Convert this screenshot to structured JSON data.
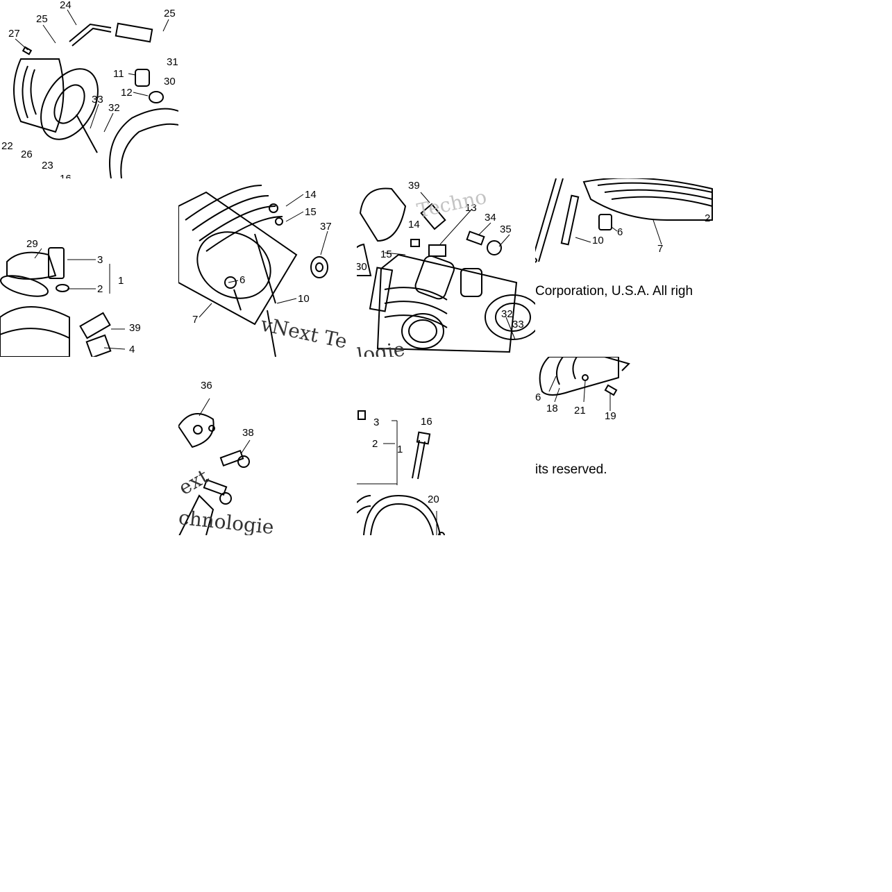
{
  "diagram": {
    "copyright_line1": "Corporation, U.S.A. All righ",
    "copyright_line2": "its reserved.",
    "watermark_a": "vNext Te",
    "watermark_b": "Techno",
    "watermark_c": "logie",
    "watermark_d": "ext",
    "watermark_e": "chnologie"
  },
  "tiles": [
    {
      "id": "t00",
      "labels": [
        "24",
        "25",
        "25",
        "27",
        "11",
        "31",
        "12",
        "30",
        "33",
        "32",
        "22",
        "26",
        "23",
        "16"
      ]
    },
    {
      "id": "t01",
      "labels": [
        "29",
        "3",
        "2",
        "1",
        "39",
        "4"
      ]
    },
    {
      "id": "t11",
      "labels": [
        "14",
        "15",
        "37",
        "6",
        "10",
        "7"
      ]
    },
    {
      "id": "t12",
      "labels": [
        "39",
        "13",
        "14",
        "34",
        "35",
        "15",
        "30",
        "32",
        "33"
      ]
    },
    {
      "id": "t13",
      "labels": [
        "10",
        "6",
        "7",
        "2"
      ]
    },
    {
      "id": "t21",
      "labels": [
        "36",
        "38"
      ]
    },
    {
      "id": "t22",
      "labels": [
        "3",
        "16",
        "2",
        "1",
        "20"
      ]
    },
    {
      "id": "t23",
      "labels": [
        "6",
        "18",
        "21",
        "19"
      ]
    }
  ]
}
